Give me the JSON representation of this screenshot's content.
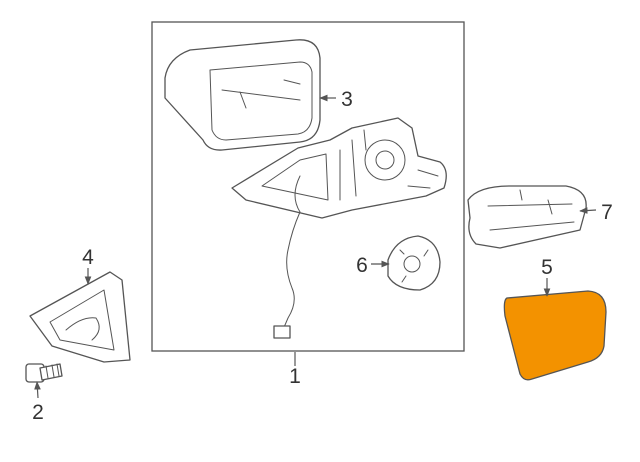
{
  "callouts": {
    "c1": "1",
    "c2": "2",
    "c3": "3",
    "c4": "4",
    "c5": "5",
    "c6": "6",
    "c7": "7"
  },
  "colors": {
    "highlight": "#F39200",
    "line": "#555555",
    "text": "#333333"
  },
  "highlighted_part": "5",
  "icons": {
    "arrowhead": "arrowhead-icon"
  }
}
